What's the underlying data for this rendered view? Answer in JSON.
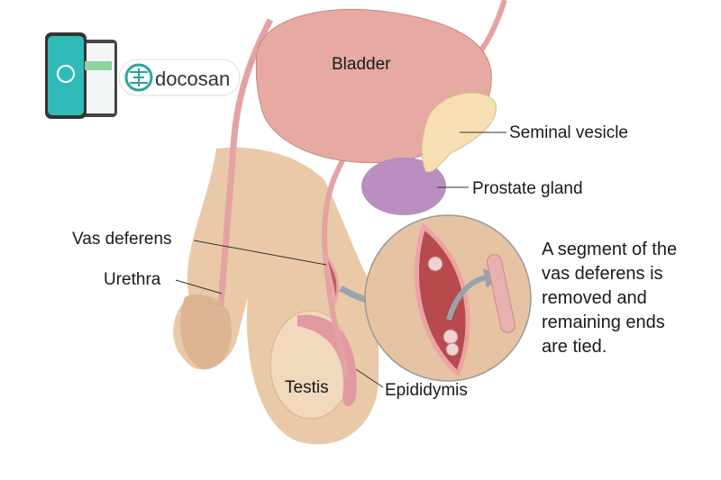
{
  "brand": {
    "name": "docosan",
    "color": "#2aa59c"
  },
  "labels": {
    "bladder": "Bladder",
    "seminal_vesicle": "Seminal vesicle",
    "prostate_gland": "Prostate gland",
    "vas_deferens": "Vas deferens",
    "urethra": "Urethra",
    "testis": "Testis",
    "epididymis": "Epididymis"
  },
  "caption": {
    "lines": [
      "A segment of the",
      "vas deferens is",
      "removed and",
      "remaining ends",
      "are tied."
    ]
  },
  "colors": {
    "skin": "#e9c9a8",
    "bladder": "#e6aaa3",
    "prostate": "#b88fbf",
    "vesicle": "#f5dfb3",
    "tube": "#e3a3a3",
    "arrow": "#9aa3ad"
  }
}
